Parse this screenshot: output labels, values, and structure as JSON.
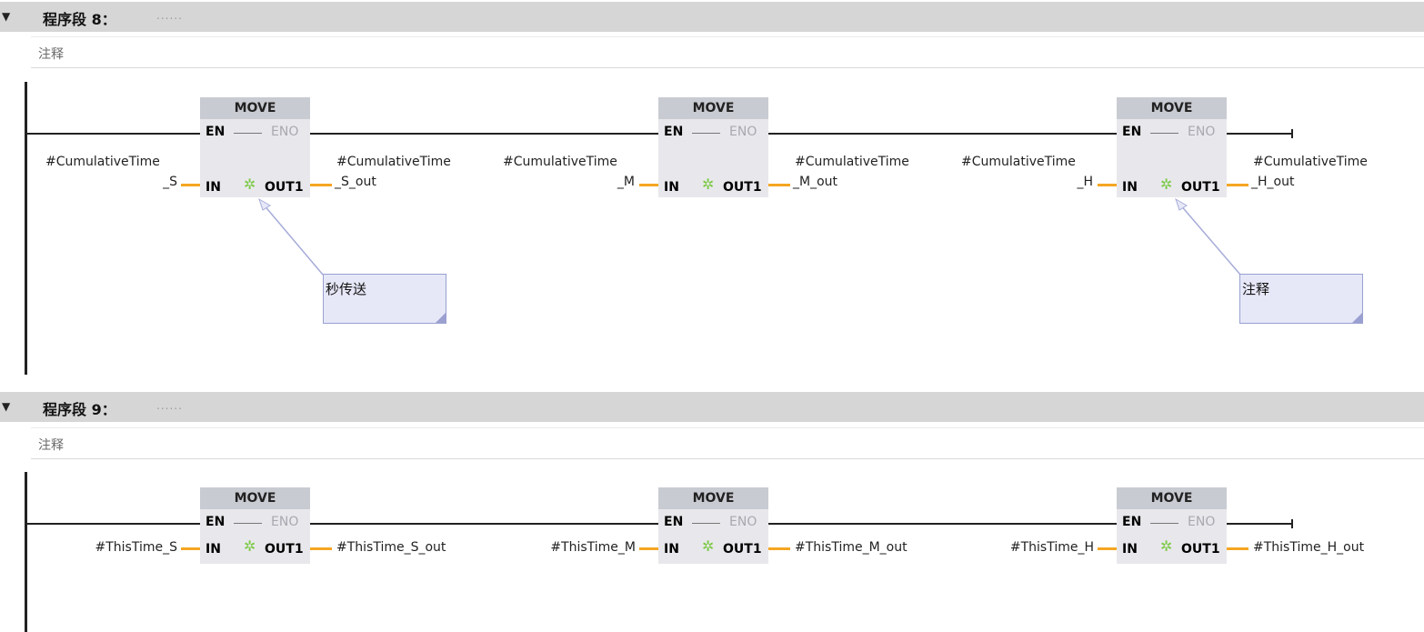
{
  "segments": [
    {
      "title": "程序段 8：",
      "dots": "......",
      "comment": "注释",
      "blocks": [
        {
          "name": "MOVE",
          "en": "EN",
          "eno": "ENO",
          "in": "IN",
          "out": "OUT1",
          "in_var_line1": "#CumulativeTime",
          "in_var_line2": "_S",
          "out_var_line1": "#CumulativeTime",
          "out_var_line2": "_S_out",
          "callout": "秒传送"
        },
        {
          "name": "MOVE",
          "en": "EN",
          "eno": "ENO",
          "in": "IN",
          "out": "OUT1",
          "in_var_line1": "#CumulativeTime",
          "in_var_line2": "_M",
          "out_var_line1": "#CumulativeTime",
          "out_var_line2": "_M_out"
        },
        {
          "name": "MOVE",
          "en": "EN",
          "eno": "ENO",
          "in": "IN",
          "out": "OUT1",
          "in_var_line1": "#CumulativeTime",
          "in_var_line2": "_H",
          "out_var_line1": "#CumulativeTime",
          "out_var_line2": "_H_out",
          "callout": "注释"
        }
      ]
    },
    {
      "title": "程序段 9：",
      "dots": "......",
      "comment": "注释",
      "blocks": [
        {
          "name": "MOVE",
          "en": "EN",
          "eno": "ENO",
          "in": "IN",
          "out": "OUT1",
          "in_var": "#ThisTime_S",
          "out_var": "#ThisTime_S_out"
        },
        {
          "name": "MOVE",
          "en": "EN",
          "eno": "ENO",
          "in": "IN",
          "out": "OUT1",
          "in_var": "#ThisTime_M",
          "out_var": "#ThisTime_M_out"
        },
        {
          "name": "MOVE",
          "en": "EN",
          "eno": "ENO",
          "in": "IN",
          "out": "OUT1",
          "in_var": "#ThisTime_H",
          "out_var": "#ThisTime_H_out"
        }
      ]
    }
  ],
  "colors": {
    "header_bg": "#d6d6d6",
    "block_bg": "#e8e8ec",
    "block_title_bg": "#c9cbd2",
    "pin_wire": "#f5a623",
    "comment_bg": "#e6e8f8"
  },
  "icons": {
    "collapse": "triangle-down-icon",
    "pin_status": "sunburst-icon"
  }
}
